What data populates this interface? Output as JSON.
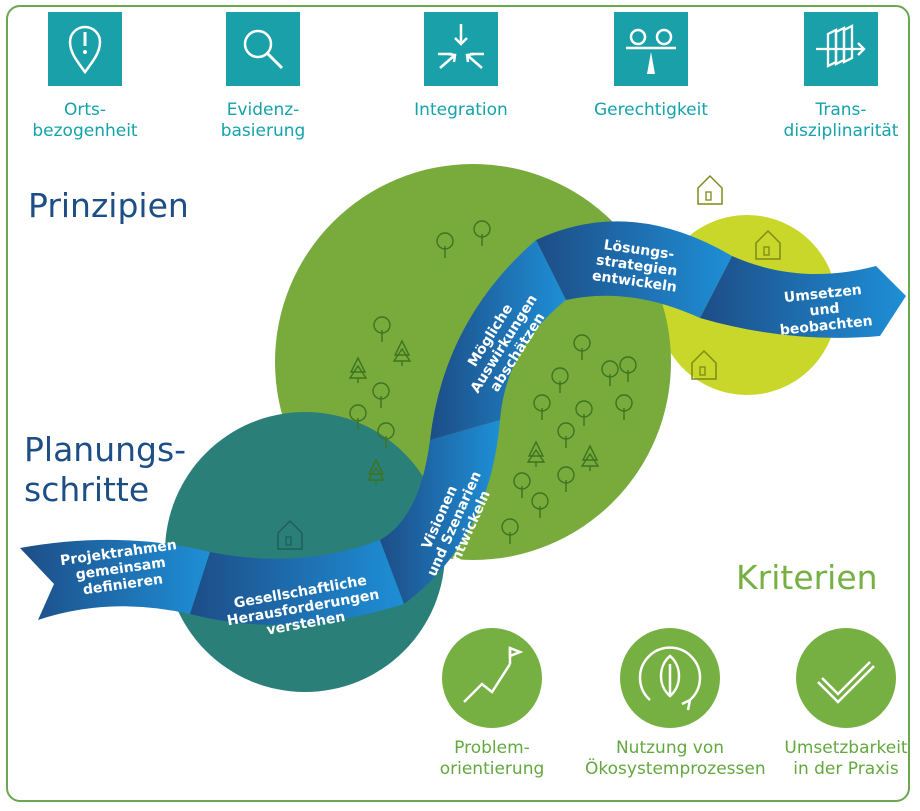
{
  "principles": [
    {
      "icon": "location-alert-icon",
      "lines": [
        "Orts-",
        "bezogenheit"
      ]
    },
    {
      "icon": "magnifier-icon",
      "lines": [
        "Evidenz-",
        "basierung"
      ]
    },
    {
      "icon": "converging-arrows-icon",
      "lines": [
        "Integration"
      ]
    },
    {
      "icon": "balance-scale-icon",
      "lines": [
        "Gerechtigkeit"
      ]
    },
    {
      "icon": "layered-arrow-icon",
      "lines": [
        "Trans-",
        "disziplinarität"
      ]
    }
  ],
  "headings": {
    "prinzipien": "Prinzipien",
    "planung": [
      "Planungs-",
      "schritte"
    ],
    "kriterien": "Kriterien"
  },
  "steps": [
    {
      "lines": [
        "Projektrahmen",
        "gemeinsam",
        "definieren"
      ]
    },
    {
      "lines": [
        "Gesellschaftliche",
        "Herausforderungen",
        "verstehen"
      ]
    },
    {
      "lines": [
        "Visionen",
        "und Szenarien",
        "entwickeln"
      ]
    },
    {
      "lines": [
        "Mögliche",
        "Auswirkungen",
        "abschätzen"
      ]
    },
    {
      "lines": [
        "Lösungs-",
        "strategien",
        "entwickeln"
      ]
    },
    {
      "lines": [
        "Umsetzen",
        "und",
        "beobachten"
      ]
    }
  ],
  "criteria": [
    {
      "icon": "summit-flag-icon",
      "lines": [
        "Problem-",
        "orientierung"
      ]
    },
    {
      "icon": "leaf-cycle-icon",
      "lines": [
        "Nutzung von",
        "Ökosystemprozessen"
      ]
    },
    {
      "icon": "checkmark-icon",
      "lines": [
        "Umsetzbarkeit",
        "in der Praxis"
      ]
    }
  ],
  "colors": {
    "teal": "#1aa0a8",
    "navy": "#1d4f86",
    "dark_teal_circle": "#2a7f78",
    "forest_green_circle": "#78ab3c",
    "lime_circle": "#c9d62a",
    "criteria_green": "#76b043",
    "ribbon_dark": "#1d4d87",
    "ribbon_light": "#1e8fd6"
  }
}
